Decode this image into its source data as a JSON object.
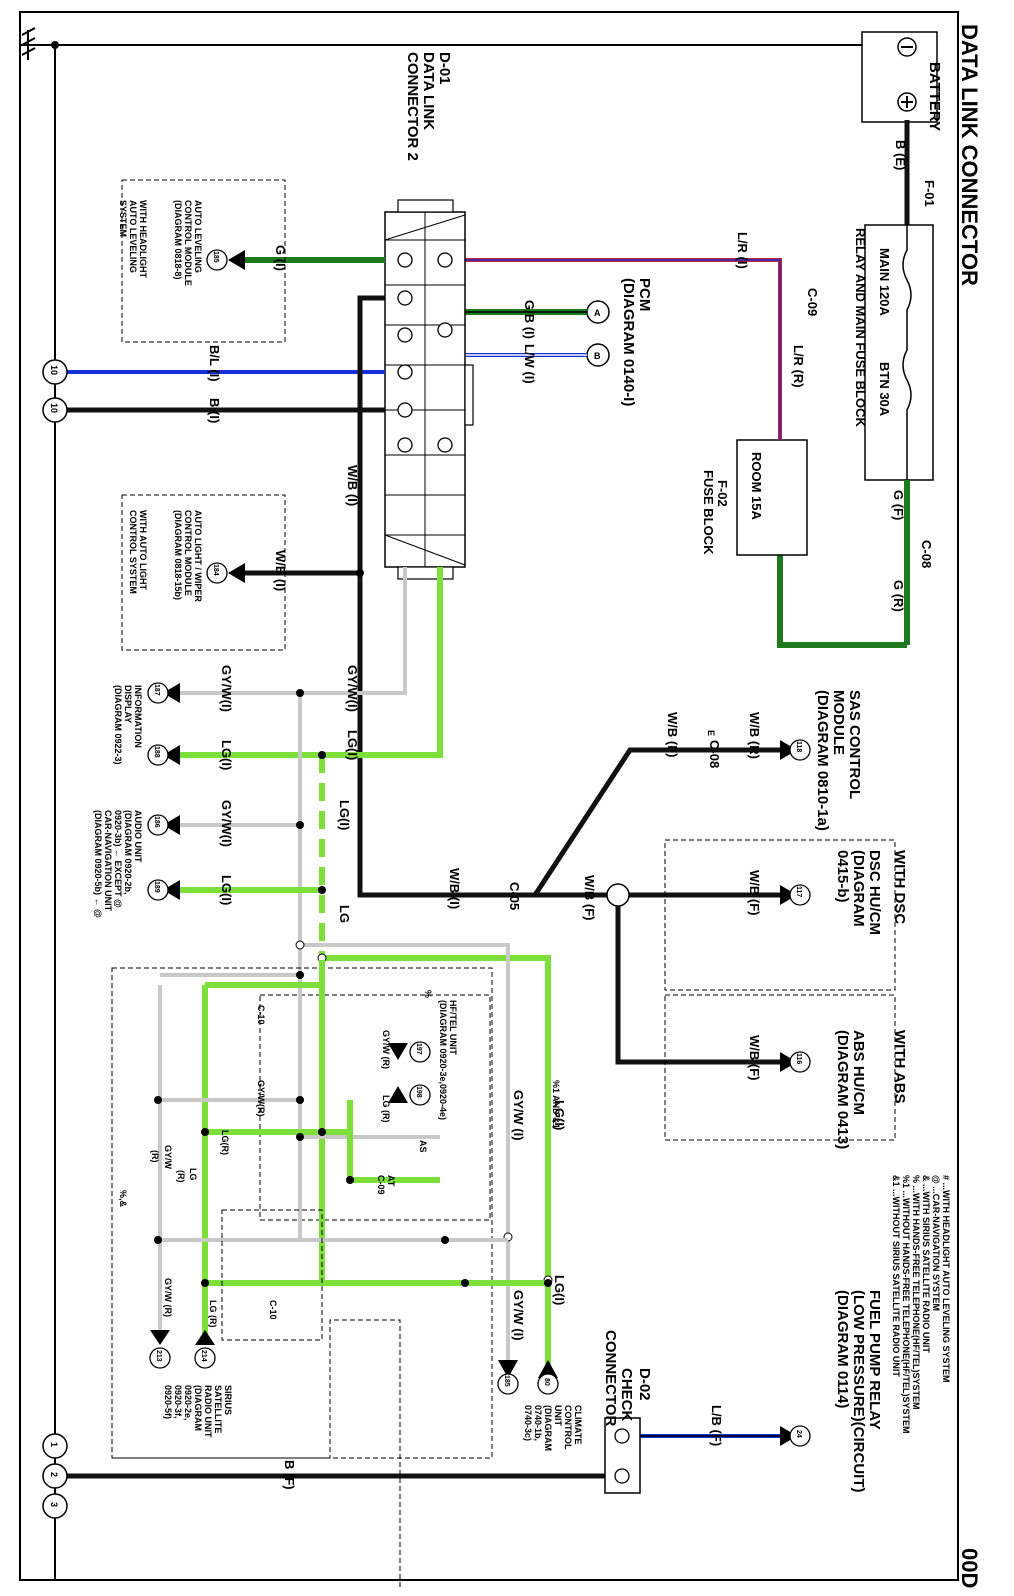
{
  "title": "DATA LINK CONNECTOR",
  "page_code": "00D",
  "battery": {
    "label": "BATTERY",
    "wire": "B (E)"
  },
  "main_fuse": {
    "code": "F-01",
    "name": "RELAY AND MAIN FUSE BLOCK",
    "fuse1": "MAIN 120A",
    "fuse2": "BTN 30A"
  },
  "fuse_block": {
    "code": "F-02",
    "name": "FUSE BLOCK",
    "fuse": "ROOM 15A"
  },
  "connector_c08_top": {
    "code": "C-08",
    "wire_left": "G (F)",
    "wire_right": "G (R)"
  },
  "connector_c09": {
    "code": "C-09",
    "wire_top": "L/R (I)",
    "wire_bottom": "L/R (R)"
  },
  "pcm": {
    "label": "PCM",
    "ref": "(DIAGRAM 0140-I)",
    "pin_a": "A",
    "pin_b": "B",
    "wire_a": "G/B (I)",
    "wire_b": "L/W (I)"
  },
  "dlc": {
    "code": "D-01",
    "name1": "DATA LINK",
    "name2": "CONNECTOR 2"
  },
  "ground_refs": [
    {
      "num": "10",
      "wire": "B/L (I)"
    },
    {
      "num": "10",
      "wire": "B (I)"
    }
  ],
  "auto_leveling": {
    "label": [
      "AUTO LEVELING",
      "CONTROL MODULE",
      "(DIAGRAM 0818-8)"
    ],
    "note": [
      "WITH HEADLIGHT",
      "AUTO LEVELING",
      "SYSTEM"
    ],
    "pin": "185",
    "wire": "G (I)"
  },
  "auto_light": {
    "label": [
      "AUTO LIGHT / WIPER",
      "CONTROL MODULE",
      "(DIAGRAM 0818-15b)"
    ],
    "note": [
      "WITH AUTO LIGHT",
      "CONTROL SYSTEM"
    ],
    "pin": "184",
    "wire": "W/B (I)"
  },
  "main_wb": "W/B (I)",
  "info_display": {
    "label": [
      "INFORMATION",
      "DISPLAY",
      "(DIAGRAM 0922-3)"
    ],
    "pins": [
      "187",
      "188"
    ],
    "wires": [
      "GY/W(I)",
      "LG(I)"
    ],
    "trunk_wires": [
      "GY/W(I)",
      "LG(I)"
    ]
  },
  "audio_unit": {
    "label": [
      "AUDIO UNIT",
      "(DIAGRAM 0920-2b,",
      "0920-3b) ← EXCEPT @",
      "CAR-NAVIGATION UNIT",
      "(DIAGRAM 0920-5b) ← @"
    ],
    "pins": [
      "186",
      "189"
    ],
    "wires": [
      "GY/W(I)",
      "LG(I)"
    ]
  },
  "sas": {
    "label": [
      "SAS CONTROL",
      "MODULE",
      "(DIAGRAM 0810-1a)"
    ],
    "pin": "118",
    "wire_r": "W/B (R)",
    "wire_f": "W/B (F)",
    "connector": "C-08",
    "pin_letter": "E"
  },
  "c05": {
    "code": "C-05",
    "wire_left": "W/B (I)",
    "wire_right": "W/B (F)"
  },
  "dsc": {
    "note": "WITH DSC",
    "label": [
      "DSC HU/CM",
      "(DIAGRAM",
      "0415-b)"
    ],
    "pin": "117",
    "wire": "W/B (F)"
  },
  "abs": {
    "note": "WITH ABS",
    "label": [
      "ABS HU/CM",
      "(DIAGRAM 0413)"
    ],
    "pin": "116",
    "wire": "W/B (F)"
  },
  "legend": [
    "# ...WITH HEADLIGHT AUTO LEVELING SYSTEM",
    "@ ...CAR-NAVIGATION SYSTEM",
    "& ...WITH SIRIUS SATELLITE RADIO UNIT",
    "% ...WITH HANDS-FREE TELEPHONE(HF/TEL)SYSTEM",
    "%1 ...WITHOUT HANDS-FREE TELEPHONE(HF/TEL)SYSTEM",
    "&1 ...WITHOUT SIRIUS SATELLITE RADIO UNIT"
  ],
  "fuel_pump": {
    "label": [
      "FUEL PUMP RELAY",
      "(LOW PRESSURE)(CIRCUIT)",
      "(DIAGRAM 0114)"
    ],
    "pin": "24",
    "wire": "L/B (F)"
  },
  "check_connector": {
    "code": "D-02",
    "name": [
      "CHECK",
      "CONNECTOR"
    ],
    "wire": "B (F)"
  },
  "climate": {
    "label": [
      "CLIMATE",
      "CONTROL",
      "UNIT",
      "(DIAGRAM",
      "0740-1b,",
      "0740-3c)"
    ],
    "pins": [
      "80",
      "185"
    ],
    "wires": [
      "LG(I)",
      "GY/W (I)"
    ]
  },
  "hftel": {
    "label": [
      "HF/TEL UNIT",
      "(DIAGRAM 0920-3e,0920-4e)"
    ],
    "pins": [
      "197",
      "198"
    ],
    "wires": [
      "GY/W (R)",
      "LG (R)"
    ],
    "note": "%1 AND &1"
  },
  "sirius": {
    "label": [
      "SIRIUS",
      "SATELLITE",
      "RADIO UNIT",
      "(DIAGRAM",
      "0920-2e,",
      "0920-3f,",
      "0920-5f)"
    ],
    "pins": [
      "213",
      "214"
    ],
    "wires": [
      "GY/W (R)",
      "LG (R)"
    ]
  },
  "c10": {
    "code": "C-10"
  },
  "mid_labels": {
    "lg_i": "LG(I)",
    "lg": "LG",
    "i": "(I)",
    "gyw_i": "GY/W (I)",
    "gyw_r": "GY/W(R)",
    "lg_r": "LG(R)",
    "gyw": "GY/W",
    "r": "(R)",
    "as": "AS",
    "at": "AT",
    "c09": "C-09",
    "pct": "%",
    "pct_amp": "%,&"
  },
  "ground_nums": [
    "1",
    "2",
    "3"
  ],
  "colors": {
    "black": "#111111",
    "green": "#1f7a1f",
    "light_green": "#7de03a",
    "red": "#cc1f2e",
    "blue": "#1530d8",
    "gray": "#c8c8c8"
  }
}
